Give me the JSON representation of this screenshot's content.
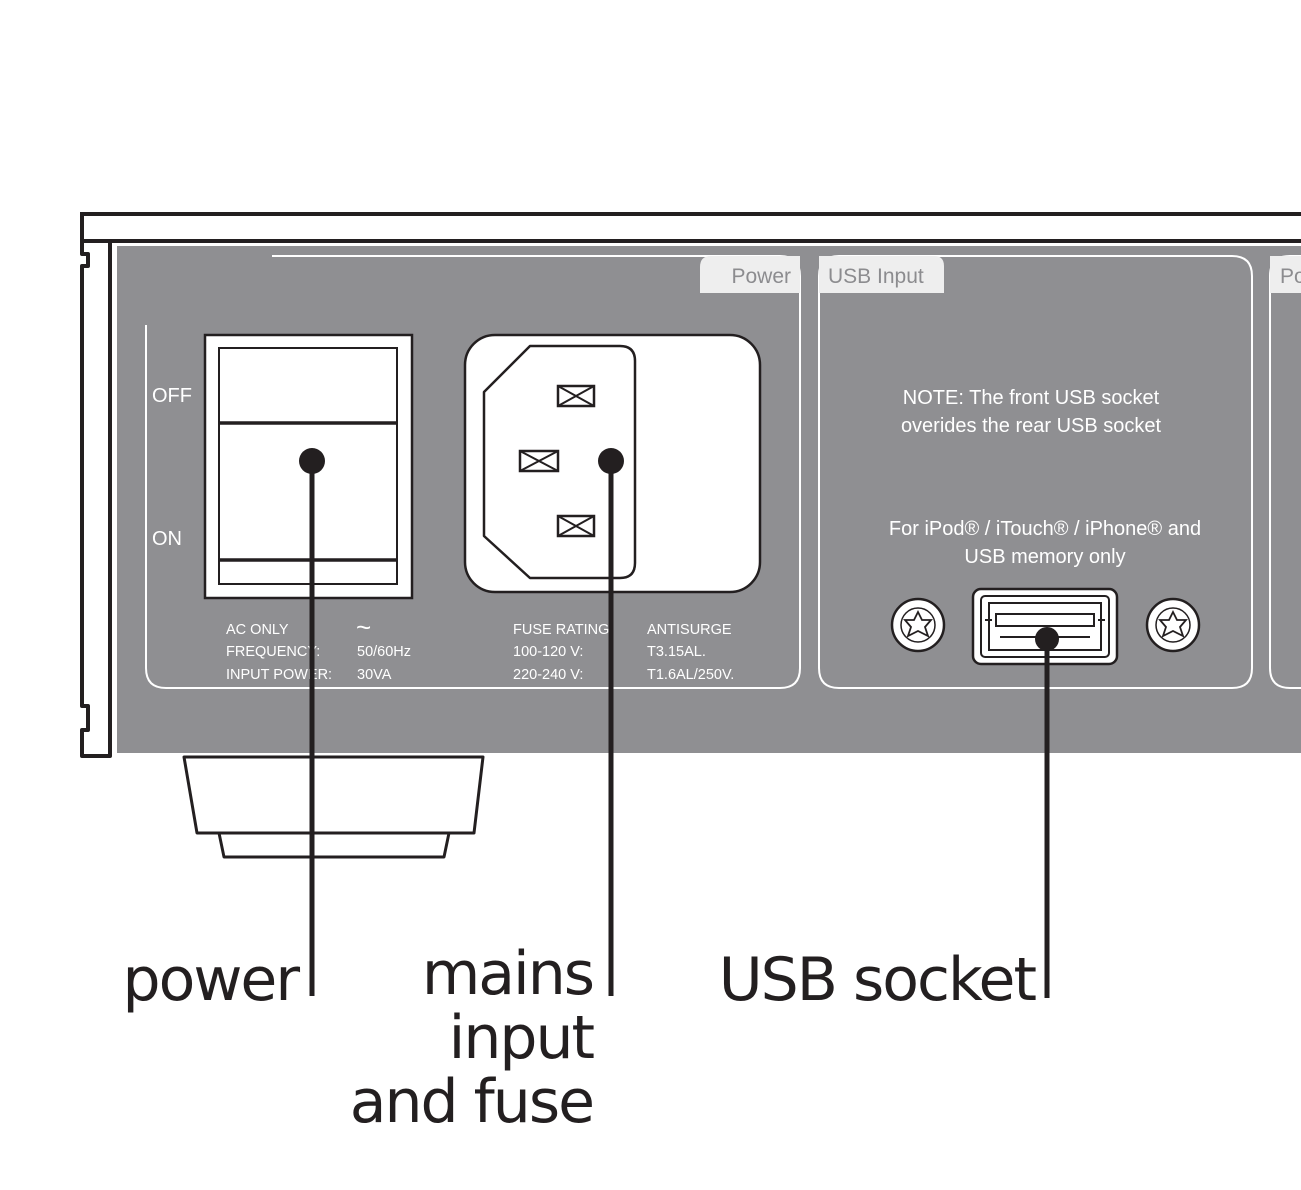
{
  "colors": {
    "panel": "#8f8f92",
    "outline": "#231f20",
    "label_tab": "#eeeeee",
    "white": "#ffffff"
  },
  "power_section": {
    "tab_label": "Power",
    "switch_off": "OFF",
    "switch_on": "ON",
    "ac_only": "AC ONLY",
    "ac_symbol": "~",
    "frequency_label": "FREQUENCY:",
    "frequency_value": "50/60Hz",
    "input_power_label": "INPUT POWER:",
    "input_power_value": "30VA",
    "fuse_rating_label": "FUSE RATING:",
    "fuse_rating_value": "ANTISURGE",
    "v100_label": "100-120 V:",
    "v100_value": "T3.15AL.",
    "v220_label": "220-240 V:",
    "v220_value": "T1.6AL/250V."
  },
  "usb_section": {
    "tab_label": "USB Input",
    "note_line1": "NOTE: The front USB socket",
    "note_line2": "overides the rear USB socket",
    "compat_line1": "For iPod® / iTouch® / iPhone® and",
    "compat_line2": "USB memory only"
  },
  "next_section": {
    "tab_label": "Po"
  },
  "callouts": {
    "power": "power",
    "mains_line1": "mains",
    "mains_line2": "input",
    "mains_line3": "and fuse",
    "usb": "USB socket"
  }
}
